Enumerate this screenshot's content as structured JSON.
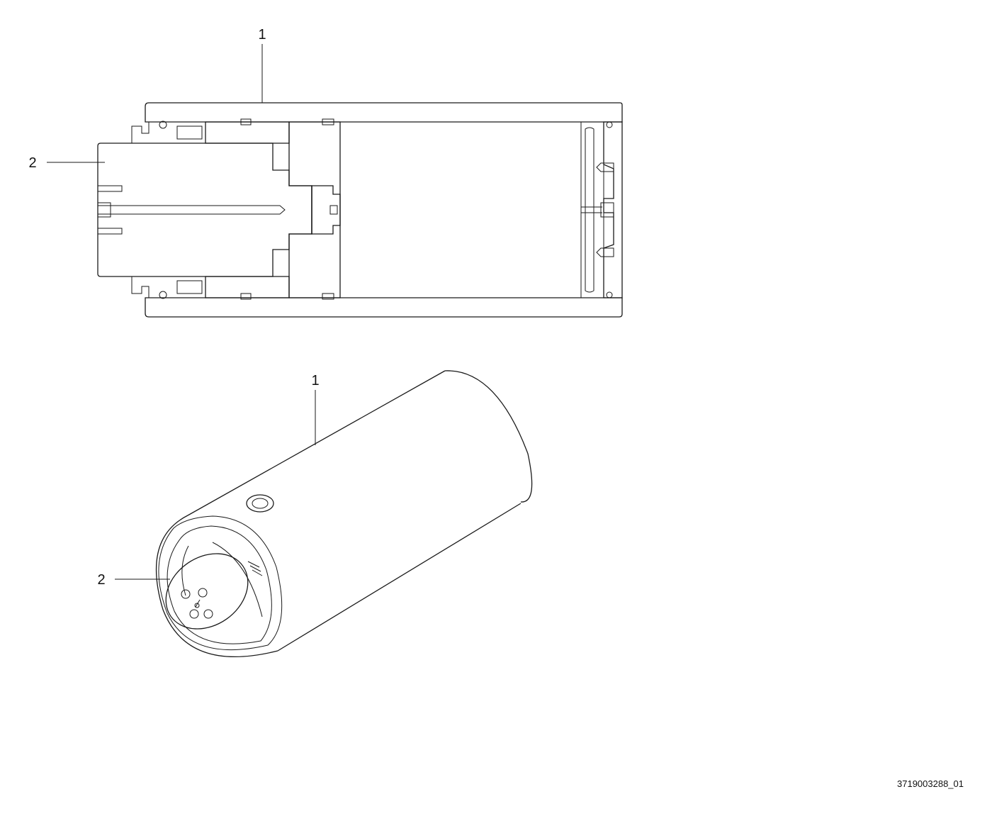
{
  "callouts": {
    "section": {
      "part_1": "1",
      "part_2": "2"
    },
    "isometric": {
      "part_1": "1",
      "part_2": "2"
    }
  },
  "reference_code": "3719003288_01",
  "colors": {
    "line": "#1a1a1a",
    "hatch": "#5a5a78",
    "background": "#ffffff"
  }
}
